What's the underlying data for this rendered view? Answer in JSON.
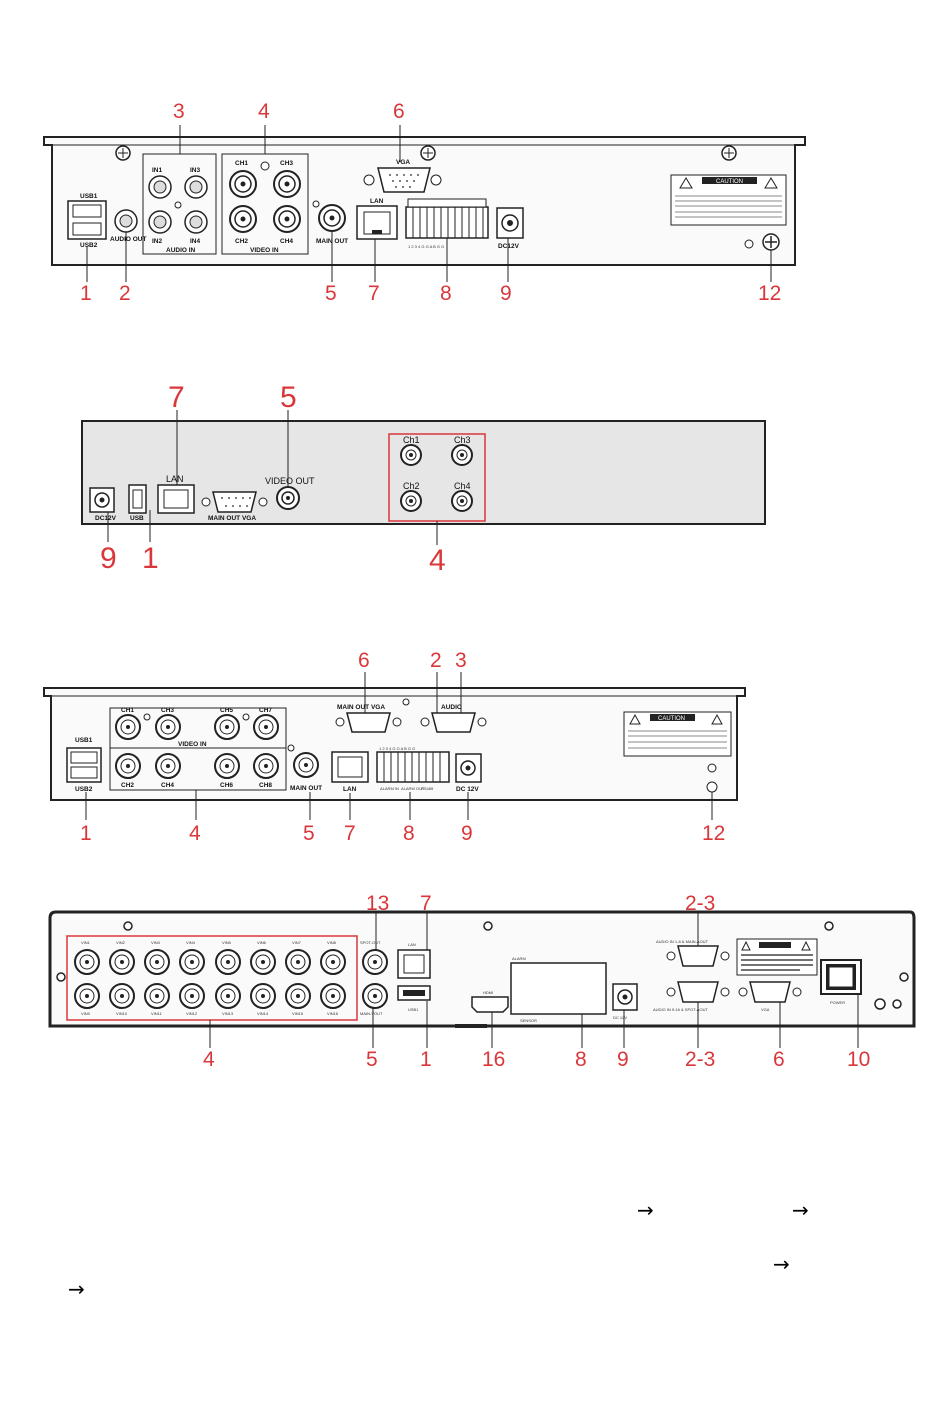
{
  "panel1": {
    "ports": {
      "usb1": "USB1",
      "usb2": "USB2",
      "audio_out": "AUDIO OUT",
      "in1": "IN1",
      "in3": "IN3",
      "in2": "IN2",
      "in4": "IN4",
      "audio_in": "AUDIO IN",
      "ch1": "CH1",
      "ch3": "CH3",
      "ch2": "CH2",
      "ch4": "CH4",
      "video_in": "VIDEO IN",
      "main_out": "MAIN OUT",
      "vga": "VGA",
      "lan": "LAN",
      "dc12v": "DC12V",
      "caution": "CAUTION"
    },
    "callouts": [
      "1",
      "2",
      "3",
      "4",
      "5",
      "6",
      "7",
      "8",
      "9",
      "12"
    ]
  },
  "panel2": {
    "ports": {
      "dc12v": "DC12V",
      "usb": "USB",
      "lan": "LAN",
      "main_out_vga": "MAIN OUT VGA",
      "video_out": "VIDEO OUT",
      "ch1": "Ch1",
      "ch3": "Ch3",
      "ch2": "Ch2",
      "ch4": "Ch4"
    },
    "callouts": [
      "7",
      "5",
      "9",
      "1",
      "4"
    ]
  },
  "panel3": {
    "ports": {
      "usb1": "USB1",
      "usb2": "USB2",
      "ch1": "CH1",
      "ch3": "CH3",
      "ch5": "CH5",
      "ch7": "CH7",
      "ch2": "CH2",
      "ch4": "CH4",
      "ch6": "CH6",
      "ch8": "CH8",
      "video_in": "VIDEO IN",
      "main_out": "MAIN OUT",
      "lan": "LAN",
      "main_out_vga": "MAIN OUT VGA",
      "audio": "AUDIO",
      "alarm_in": "ALARM IN",
      "alarm_out": "ALARM OUT",
      "rs485": "RS485",
      "dc12v": "DC 12V",
      "caution": "CAUTION"
    },
    "callouts": [
      "6",
      "2",
      "3",
      "1",
      "4",
      "5",
      "7",
      "8",
      "9",
      "12"
    ]
  },
  "panel4": {
    "ports": {
      "vin_top": [
        "VIN1",
        "VIN2",
        "VIN3",
        "VIN4",
        "VIN5",
        "VIN6",
        "VIN7",
        "VIN8"
      ],
      "vin_bottom": [
        "VIN9",
        "VIN10",
        "VIN11",
        "VIN12",
        "VIN13",
        "VIN14",
        "VIN15",
        "VIN16"
      ],
      "spot_out": "SPOT-OUT",
      "main_vout": "MAIN-VOUT",
      "lan": "LAN",
      "usb1": "USB1",
      "hdmi": "HDMI",
      "dc12v": "DC 12V",
      "audio_top": "AUDIO IN 1-8 & MAIN-AOUT",
      "audio_bottom": "AUDIO IN 9-16 & SPOT-AOUT",
      "vga": "VGA",
      "power": "POWER"
    },
    "callouts": [
      "13",
      "7",
      "2-3",
      "4",
      "5",
      "1",
      "16",
      "8",
      "9",
      "2-3",
      "6",
      "10"
    ]
  },
  "text_arrows": [
    "→",
    "→",
    "→",
    "→"
  ]
}
